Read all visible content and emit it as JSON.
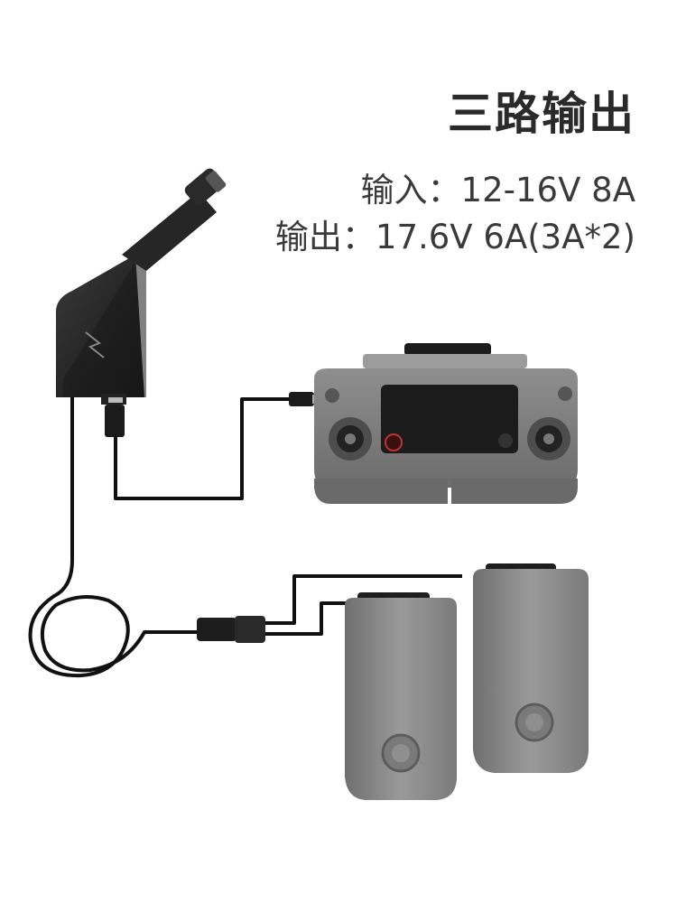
{
  "title": "三路输出",
  "specs": {
    "input": "输入：12-16V 8A",
    "output": "输出：17.6V 6A(3A*2)"
  },
  "colors": {
    "background": "#ffffff",
    "text": "#333333",
    "charger_body": "#1e1e1e",
    "cable": "#111111",
    "device_gray": "#8a8a8a"
  },
  "illustration": {
    "items": [
      "car-charger",
      "remote-controller",
      "intelligent-battery",
      "intelligent-battery"
    ]
  }
}
